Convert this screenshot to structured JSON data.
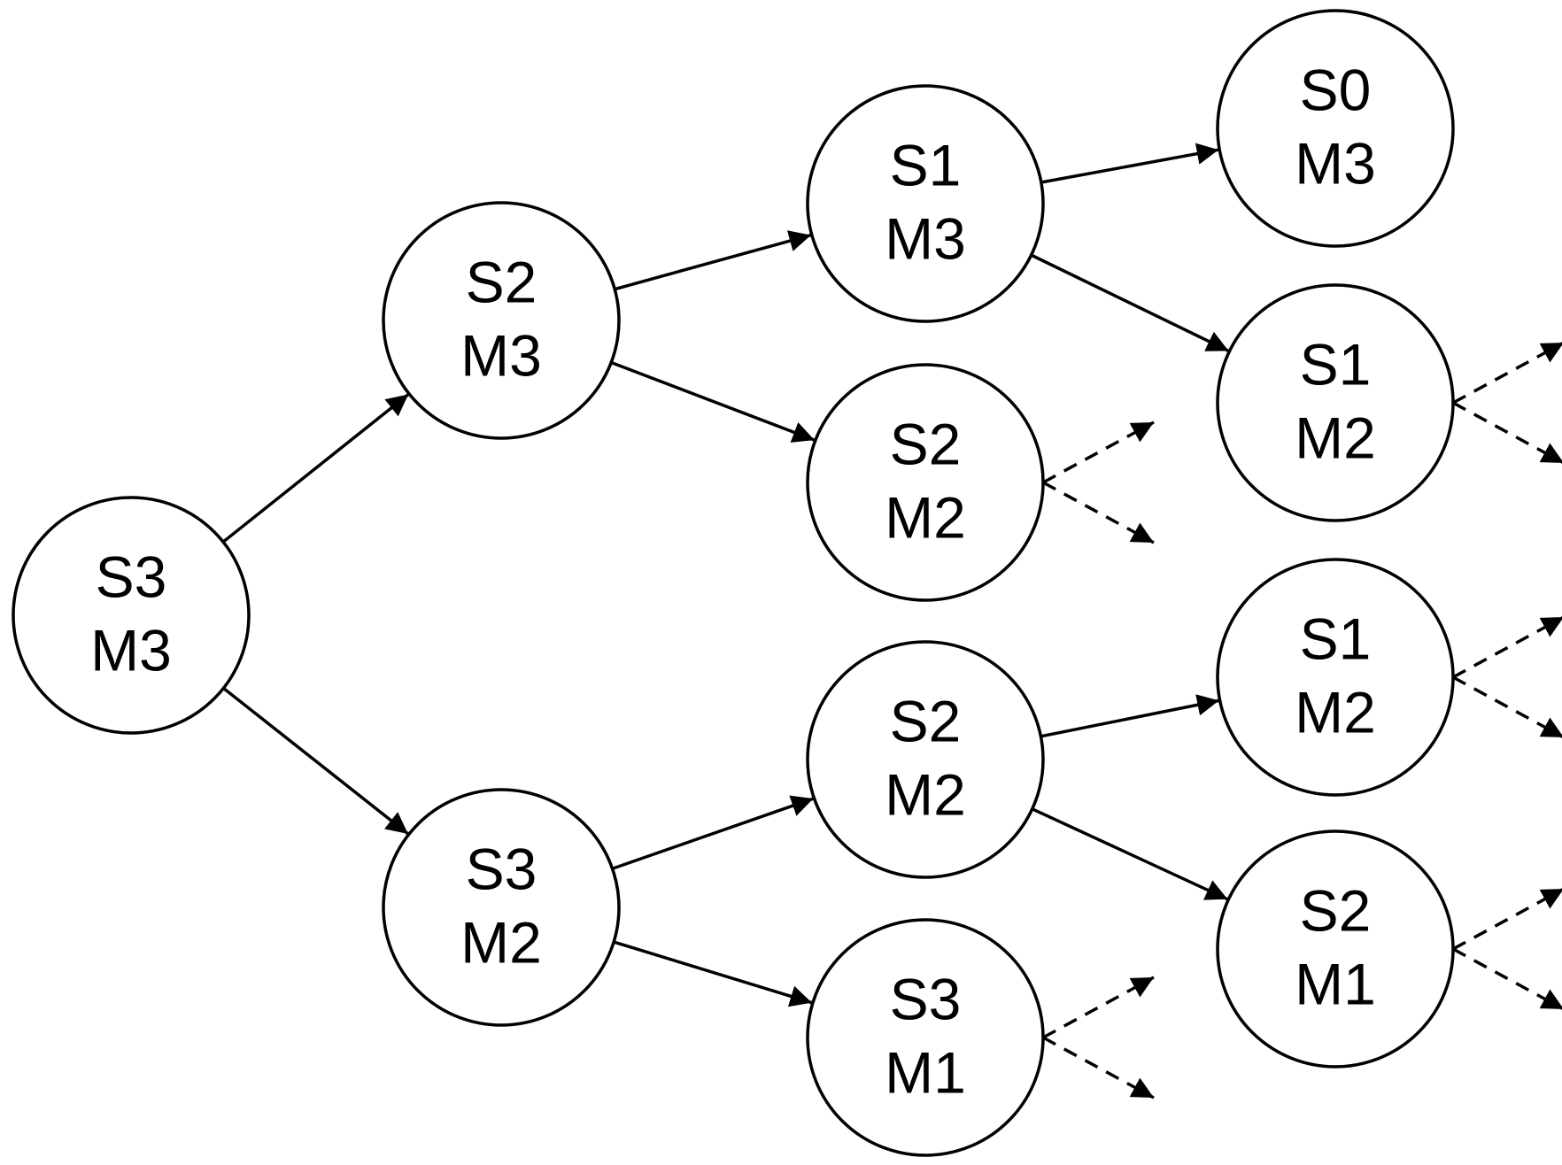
{
  "diagram": {
    "nodes": [
      {
        "id": "n1",
        "line1": "S3",
        "line2": "M3"
      },
      {
        "id": "n2",
        "line1": "S2",
        "line2": "M3"
      },
      {
        "id": "n3",
        "line1": "S3",
        "line2": "M2"
      },
      {
        "id": "n4",
        "line1": "S1",
        "line2": "M3"
      },
      {
        "id": "n5",
        "line1": "S2",
        "line2": "M2"
      },
      {
        "id": "n6",
        "line1": "S2",
        "line2": "M2"
      },
      {
        "id": "n7",
        "line1": "S3",
        "line2": "M1"
      },
      {
        "id": "n8",
        "line1": "S0",
        "line2": "M3"
      },
      {
        "id": "n9",
        "line1": "S1",
        "line2": "M2"
      },
      {
        "id": "n10",
        "line1": "S1",
        "line2": "M2"
      },
      {
        "id": "n11",
        "line1": "S2",
        "line2": "M1"
      }
    ],
    "edges": [
      {
        "from": "n1",
        "to": "n2"
      },
      {
        "from": "n1",
        "to": "n3"
      },
      {
        "from": "n2",
        "to": "n4"
      },
      {
        "from": "n2",
        "to": "n5"
      },
      {
        "from": "n3",
        "to": "n6"
      },
      {
        "from": "n3",
        "to": "n7"
      },
      {
        "from": "n4",
        "to": "n8"
      },
      {
        "from": "n4",
        "to": "n9"
      },
      {
        "from": "n6",
        "to": "n10"
      },
      {
        "from": "n6",
        "to": "n11"
      }
    ],
    "continuations": [
      "n5",
      "n7",
      "n9",
      "n10",
      "n11"
    ]
  }
}
